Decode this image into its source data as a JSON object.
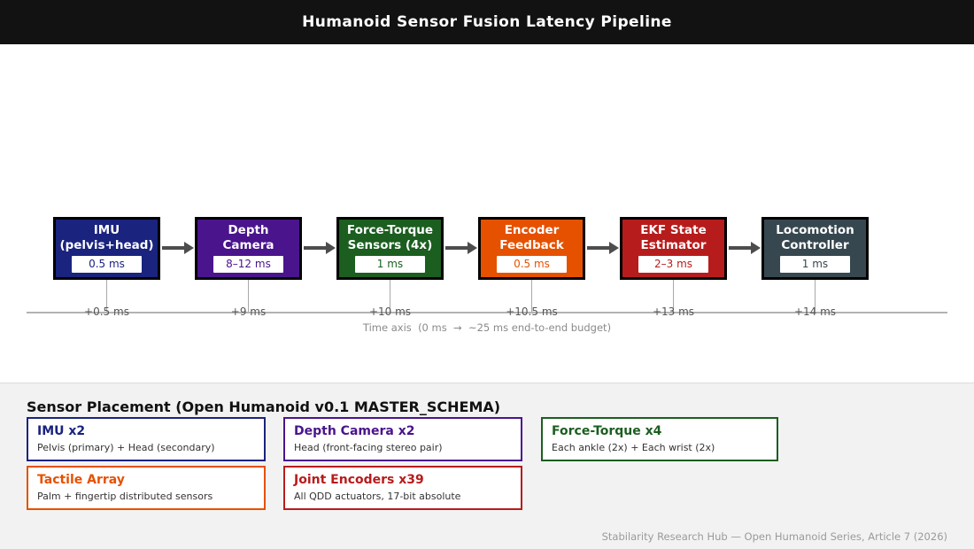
{
  "header": {
    "title": "Humanoid Sensor Fusion Latency Pipeline"
  },
  "pipeline": {
    "stages": [
      {
        "title": "IMU\n(pelvis+head)",
        "latency": "0.5 ms",
        "color": "#1a237e",
        "tick_label": "+0.5 ms"
      },
      {
        "title": "Depth\nCamera",
        "latency": "8–12 ms",
        "color": "#4a148c",
        "tick_label": "+9 ms"
      },
      {
        "title": "Force-Torque\nSensors (4x)",
        "latency": "1 ms",
        "color": "#1b5e20",
        "tick_label": "+10 ms"
      },
      {
        "title": "Encoder\nFeedback",
        "latency": "0.5 ms",
        "color": "#e65100",
        "tick_label": "+10.5 ms"
      },
      {
        "title": "EKF State\nEstimator",
        "latency": "2–3 ms",
        "color": "#b71c1c",
        "tick_label": "+13 ms"
      },
      {
        "title": "Locomotion\nController",
        "latency": "1 ms",
        "color": "#37474f",
        "tick_label": "+14 ms"
      }
    ],
    "axis_caption": "Time axis  (0 ms  →  ~25 ms end-to-end budget)"
  },
  "placement": {
    "title": "Sensor Placement (Open Humanoid v0.1 MASTER_SCHEMA)",
    "cards": [
      {
        "title": "IMU x2",
        "detail": "Pelvis (primary) + Head (secondary)",
        "color": "#1a237e"
      },
      {
        "title": "Depth Camera x2",
        "detail": "Head (front-facing stereo pair)",
        "color": "#4a148c"
      },
      {
        "title": "Force-Torque x4",
        "detail": "Each ankle (2x) + Each wrist (2x)",
        "color": "#1b5e20"
      },
      {
        "title": "Tactile Array",
        "detail": "Palm + fingertip distributed sensors",
        "color": "#e65100"
      },
      {
        "title": "Joint Encoders x39",
        "detail": "All QDD actuators, 17-bit absolute",
        "color": "#b71c1c"
      }
    ]
  },
  "footer": {
    "credit": "Stabilarity Research Hub — Open Humanoid Series, Article 7 (2026)"
  }
}
